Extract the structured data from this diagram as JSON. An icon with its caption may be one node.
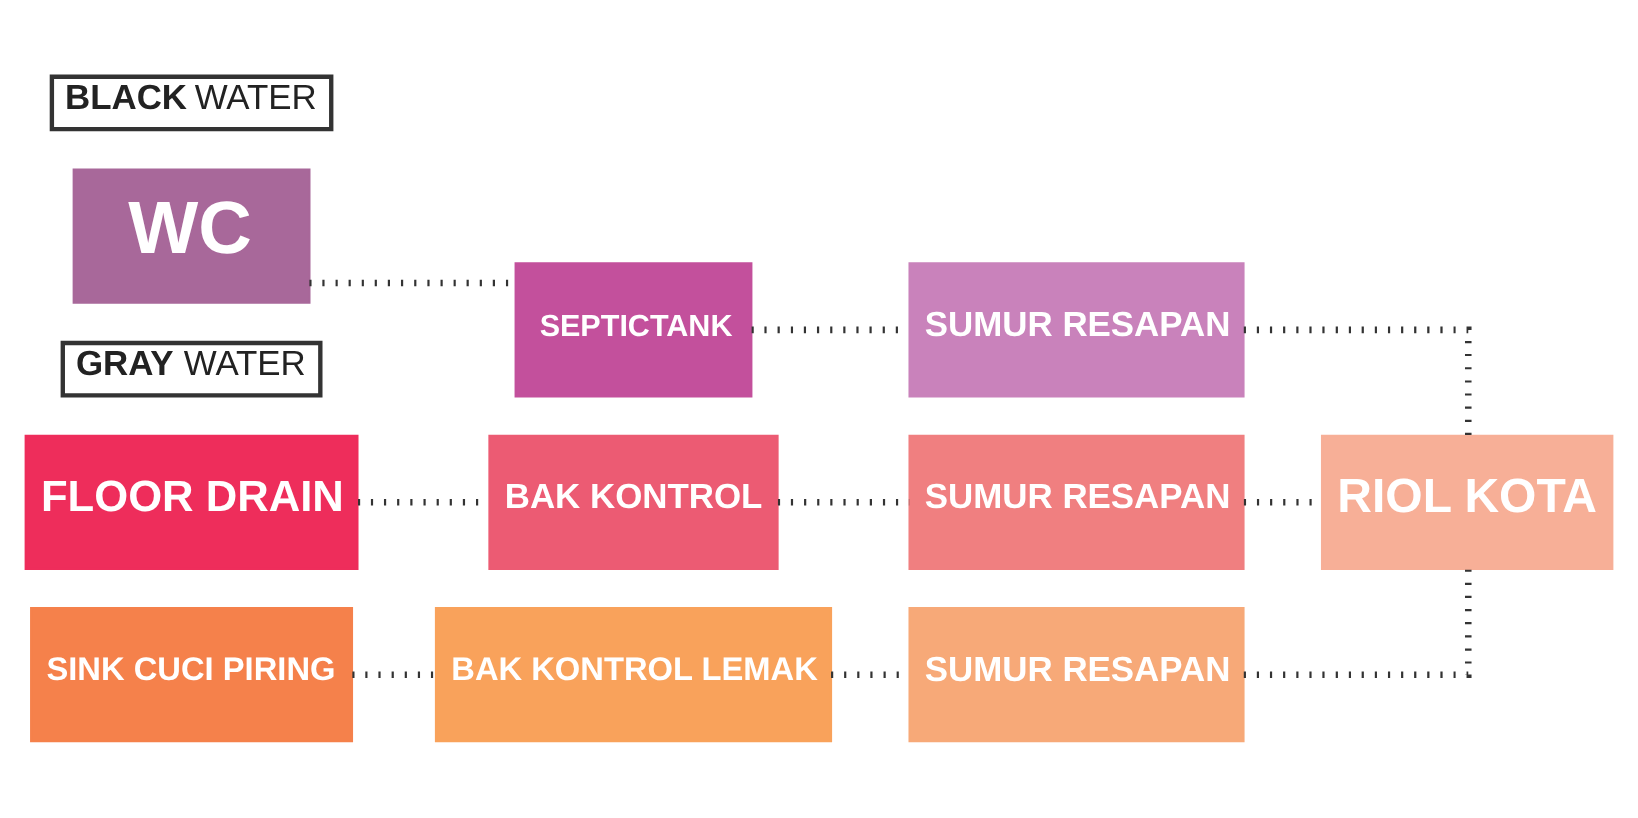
{
  "diagram": {
    "nodes": [
      {
        "text": [
          "**BLACK** WATER"
        ]
      },
      {
        "text": [
          "WC"
        ]
      },
      {
        "text": [
          "SEPTICTANK"
        ]
      },
      {
        "text": [
          "SUMUR RESAPAN"
        ]
      },
      {
        "text": [
          "**GRAY** WATER"
        ]
      },
      {
        "text": [
          "FLOOR DRAIN"
        ]
      },
      {
        "text": [
          "BAK KONTROL"
        ]
      },
      {
        "text": [
          "SUMUR RESAPAN"
        ]
      },
      {
        "text": [
          "SINK CUCI PIRING"
        ]
      },
      {
        "text": [
          "BAK KONTROL LEMAK"
        ]
      },
      {
        "text": [
          "SUMUR RESAPAN"
        ]
      },
      {
        "text": [
          "RIOL KOTA"
        ]
      }
    ],
    "edges": [
      {
        "from": 1,
        "to": 2,
        "arrow": "none"
      },
      {
        "from": 2,
        "to": 3,
        "arrow": "none"
      },
      {
        "from": 3,
        "to": 11,
        "arrow": "none"
      },
      {
        "from": 5,
        "to": 6,
        "arrow": "none"
      },
      {
        "from": 6,
        "to": 7,
        "arrow": "none"
      },
      {
        "from": 7,
        "to": 11,
        "arrow": "none"
      },
      {
        "from": 8,
        "to": 9,
        "arrow": "none"
      },
      {
        "from": 9,
        "to": 10,
        "arrow": "none"
      },
      {
        "from": 10,
        "to": 11,
        "arrow": "none"
      }
    ]
  }
}
